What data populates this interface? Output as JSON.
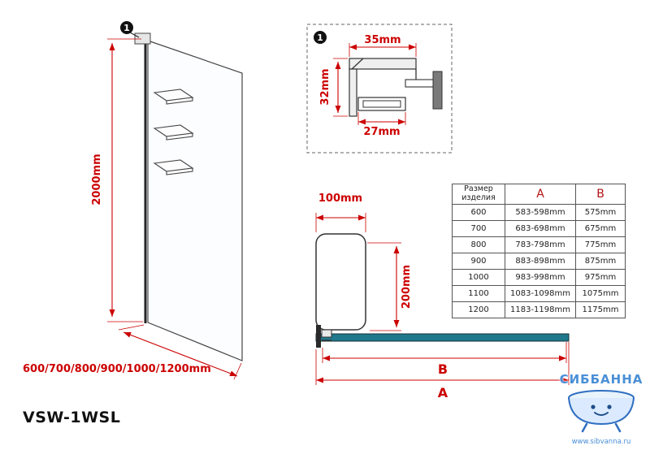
{
  "drawing": {
    "model": "VSW-1WSL",
    "height_label": "2000mm",
    "width_options_label": "600/700/800/900/1000/1200mm",
    "callout_number": "1"
  },
  "detail": {
    "callout_number": "1",
    "top_width": "35mm",
    "depth": "32mm",
    "inner_width": "27mm"
  },
  "plan": {
    "depth_label": "100mm",
    "height_label": "200mm",
    "dim_b_label": "B",
    "dim_a_label": "A"
  },
  "table": {
    "headers": {
      "size": "Размер изделия",
      "a": "A",
      "b": "B"
    },
    "rows": [
      [
        "600",
        "583-598mm",
        "575mm"
      ],
      [
        "700",
        "683-698mm",
        "675mm"
      ],
      [
        "800",
        "783-798mm",
        "775mm"
      ],
      [
        "900",
        "883-898mm",
        "875mm"
      ],
      [
        "1000",
        "983-998mm",
        "975mm"
      ],
      [
        "1100",
        "1083-1098mm",
        "1075mm"
      ],
      [
        "1200",
        "1183-1198mm",
        "1175mm"
      ]
    ]
  },
  "watermark": {
    "brand": "СИББАННА",
    "url": "www.sibvanna.ru"
  },
  "colors": {
    "dimension_red": "#cc0000",
    "table_header_accent": "#b01212",
    "profile_bar_teal": "#20788c",
    "watermark_blue": "#4a8fd6"
  }
}
